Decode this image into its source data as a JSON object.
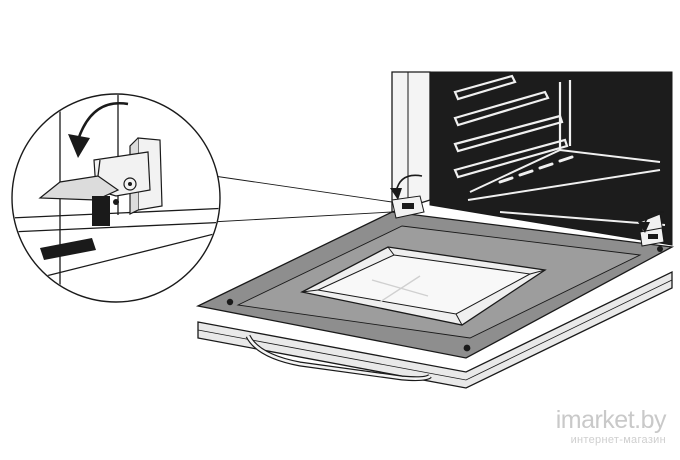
{
  "illustration": {
    "subject": "oven-door-hinge-removal",
    "icons": [
      "hinge-latch",
      "rotate-arrow-icon",
      "magnifier-callout"
    ]
  },
  "watermark": {
    "brand": "imarket.by",
    "tagline": "интернет-магазин"
  },
  "colors": {
    "line": "#1a1a1a",
    "cavity": "#1c1c1c",
    "door_frame": "#8e8e8e",
    "door_edge": "#e9e9e9",
    "window": "#f2f2f2",
    "watermark": "#c9c9c9"
  }
}
